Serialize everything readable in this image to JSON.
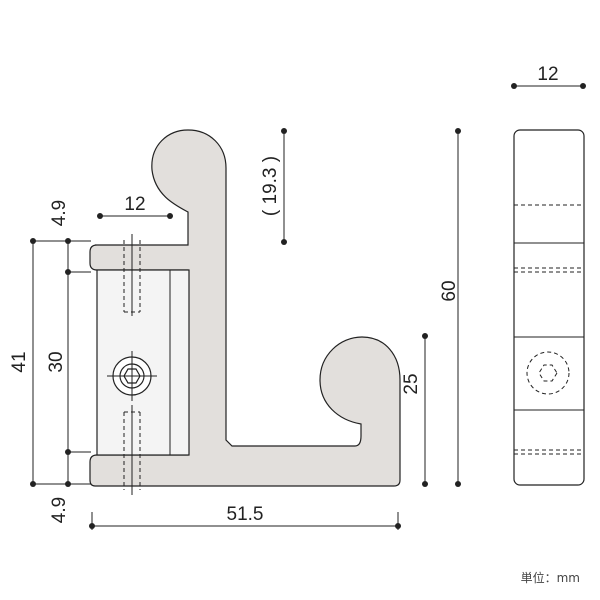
{
  "dimensions": {
    "top_offset": "4.9",
    "bottom_offset": "4.9",
    "plate_total_height": "41",
    "plate_body_height": "30",
    "arm_width": "12",
    "upper_hook_height": "( 19.3 )",
    "lower_hook_height": "25",
    "total_height": "60",
    "total_width": "51.5",
    "side_width": "12"
  },
  "unit_label": "単位：mm",
  "colors": {
    "body_fill": "#e2dfdc",
    "plate_fill": "#f4f4f4",
    "line": "#222222"
  }
}
